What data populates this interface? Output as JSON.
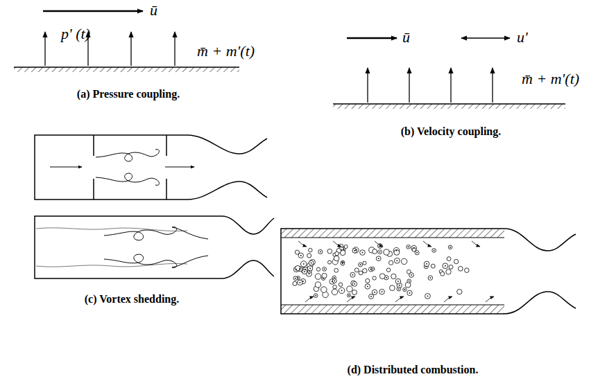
{
  "diagram": {
    "labels": [
      "ū",
      "p' (t)",
      "m̄ + m'(t)",
      "(a) Pressure coupling.",
      "ū",
      "u'",
      "m̄ + m'(t)",
      "(b) Velocity coupling.",
      "(c) Vortex shedding.",
      "(d) Distributed combustion."
    ]
  }
}
